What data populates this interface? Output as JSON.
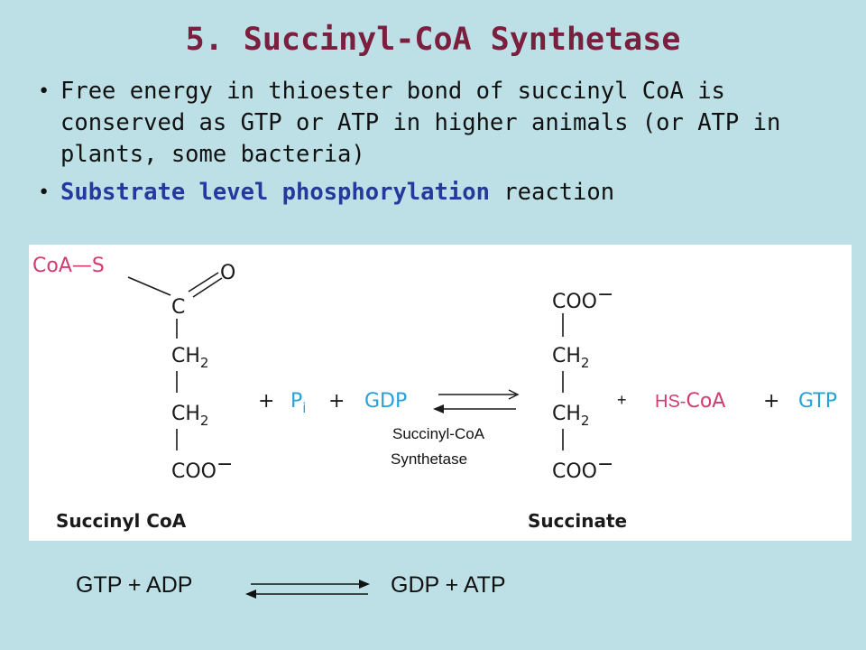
{
  "title": {
    "number": "5.",
    "text": "Succinyl-CoA Synthetase"
  },
  "bullets": [
    {
      "text": "Free energy in thioester bond of succinyl CoA is conserved as GTP or ATP in higher animals (or ATP in plants, some bacteria)"
    },
    {
      "highlight": "Substrate level phosphorylation",
      "rest": " reaction"
    }
  ],
  "reaction": {
    "reactant_label": "Succinyl CoA",
    "product_label": "Succinate",
    "coa_s": "CoA—S",
    "carbonyl_o": "O",
    "carbon": "C",
    "ch2": "CH",
    "sub2": "2",
    "coo": "COO",
    "minus": "−",
    "plus": "+",
    "pi_p": "P",
    "pi_i": "i",
    "gdp": "GDP",
    "hs_coa_prefix": "HS-",
    "coa": "CoA",
    "gtp": "GTP",
    "enzyme_line1": "Succinyl-CoA",
    "enzyme_line2": "Synthetase"
  },
  "bottom_equation": {
    "left": "GTP + ADP",
    "right": "GDP + ATP"
  },
  "colors": {
    "background": "#bce0e5",
    "title": "#7a1f3d",
    "highlight": "#233a9c",
    "pink": "#d43a6c",
    "blue": "#2aa0d8"
  }
}
